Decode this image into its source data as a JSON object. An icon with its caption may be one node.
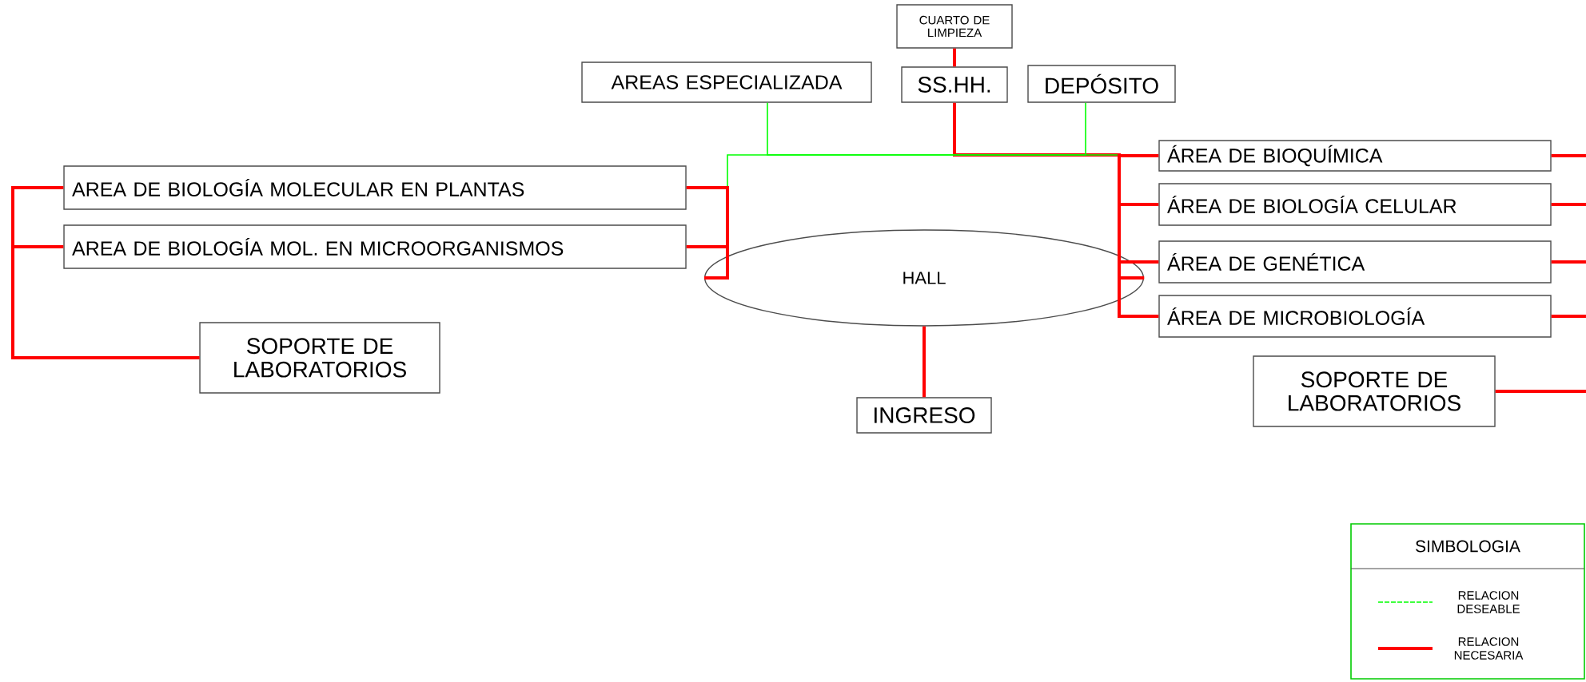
{
  "diagram": {
    "nodes": [
      {
        "text": [
          "CUARTO DE LIMPIEZA"
        ]
      },
      {
        "text": [
          "AREAS ESPECIALIZADA"
        ]
      },
      {
        "text": [
          "SS.HH."
        ]
      },
      {
        "text": [
          "DEPÓSITO"
        ]
      },
      {
        "text": [
          "AREA DE BIOLOGÍA MOLECULAR EN PLANTAS"
        ]
      },
      {
        "text": [
          "AREA DE BIOLOGÍA MOL. EN MICROORGANISMOS"
        ]
      },
      {
        "text": [
          "HALL"
        ]
      },
      {
        "text": [
          "ÁREA DE BIOQUÍMICA"
        ]
      },
      {
        "text": [
          "ÁREA DE BIOLOGÍA CELULAR"
        ]
      },
      {
        "text": [
          "ÁREA DE GENÉTICA"
        ]
      },
      {
        "text": [
          "ÁREA DE MICROBIOLOGÍA"
        ]
      },
      {
        "text": [
          "SOPORTE DE LABORATORIOS"
        ]
      },
      {
        "text": [
          "SOPORTE DE LABORATORIOS"
        ]
      },
      {
        "text": [
          "INGRESO"
        ]
      }
    ],
    "edges": [
      {
        "from": 0,
        "to": 2,
        "arrow": "none"
      },
      {
        "from": 2,
        "to": 6,
        "arrow": "none"
      },
      {
        "from": 1,
        "to": 6,
        "arrow": "none",
        "color": "#00ff00"
      },
      {
        "from": 3,
        "to": 6,
        "arrow": "none",
        "color": "#00ff00"
      },
      {
        "from": 4,
        "to": 6,
        "arrow": "none"
      },
      {
        "from": 5,
        "to": 6,
        "arrow": "none"
      },
      {
        "from": 6,
        "to": 7,
        "arrow": "none"
      },
      {
        "from": 6,
        "to": 8,
        "arrow": "none"
      },
      {
        "from": 6,
        "to": 9,
        "arrow": "none"
      },
      {
        "from": 6,
        "to": 10,
        "arrow": "none"
      },
      {
        "from": 13,
        "to": 6,
        "arrow": "none"
      },
      {
        "from": 4,
        "to": 11,
        "arrow": "none"
      },
      {
        "from": 5,
        "to": 11,
        "arrow": "none"
      },
      {
        "from": 7,
        "to": null,
        "arrow": "none"
      },
      {
        "from": 8,
        "to": null,
        "arrow": "none"
      },
      {
        "from": 9,
        "to": null,
        "arrow": "none"
      },
      {
        "from": 10,
        "to": null,
        "arrow": "none"
      },
      {
        "from": 12,
        "to": null,
        "arrow": "none"
      }
    ],
    "labels": [
      "SIMBOLOGIA"
    ],
    "legend": [
      {
        "text": "RELACION DESEABLE"
      },
      {
        "text": "RELACION NECESARIA"
      }
    ]
  }
}
